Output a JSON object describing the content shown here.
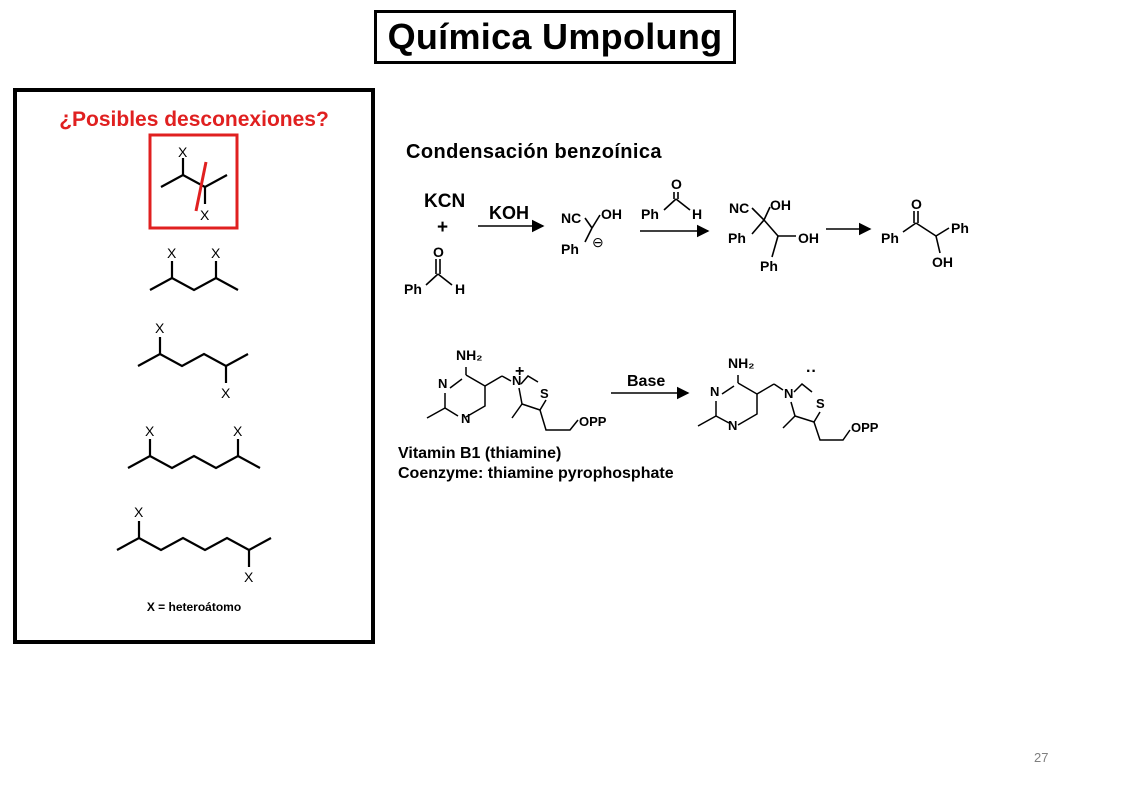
{
  "slide": {
    "title": "Química Umpolung",
    "page_number": "27"
  },
  "left_panel": {
    "question": "¿Posibles desconexiones?",
    "atom_label": "X",
    "note": "X = heteroátomo"
  },
  "benzoin": {
    "heading": "Condensación benzoínica",
    "kcn": "KCN",
    "plus": "+",
    "koh": "KOH",
    "ph": "Ph",
    "h": "H",
    "o": "O",
    "nc": "NC",
    "oh": "OH",
    "anion": "⊖"
  },
  "thiamine": {
    "nh2": "NH₂",
    "n": "N",
    "s": "S",
    "opp": "OPP",
    "plus": "+",
    "lone_pair": "··",
    "base": "Base",
    "caption_line1": "Vitamin B1 (thiamine)",
    "caption_line2": "Coenzyme:  thiamine pyrophosphate"
  },
  "colors": {
    "highlight": "#e02020",
    "page_number": "#7f7f7f"
  }
}
